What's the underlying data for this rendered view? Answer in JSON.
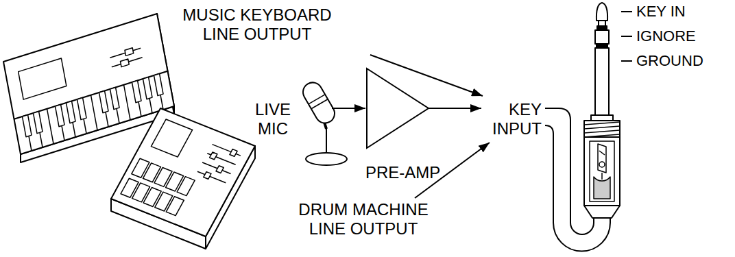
{
  "diagram": {
    "labels": [
      "MUSIC KEYBOARD LINE OUTPUT",
      "LIVE MIC",
      "PRE-AMP",
      "KEY INPUT",
      "DRUM MACHINE LINE OUTPUT",
      "KEY IN",
      "IGNORE",
      "GROUND"
    ]
  }
}
